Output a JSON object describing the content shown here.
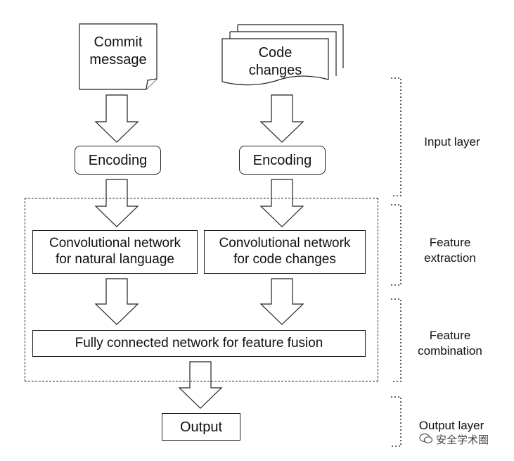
{
  "nodes": {
    "commit_message": "Commit\nmessage",
    "code_changes": "Code\nchanges",
    "encoding_left": "Encoding",
    "encoding_right": "Encoding",
    "conv_nl": "Convolutional network\nfor natural language",
    "conv_code": "Convolutional network\nfor code changes",
    "fully_connected": "Fully connected network for feature fusion",
    "output": "Output"
  },
  "layers": {
    "input": "Input layer",
    "feature_extraction": "Feature\nextraction",
    "feature_combination": "Feature\ncombination",
    "output": "Output layer"
  },
  "watermark": "安全学术圈"
}
